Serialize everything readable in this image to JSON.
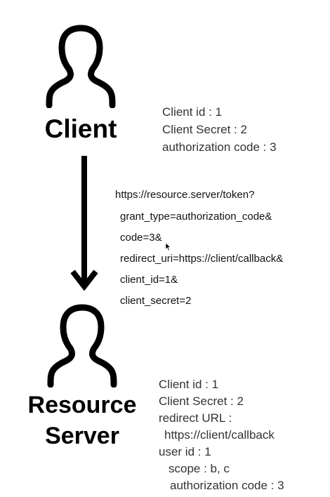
{
  "client": {
    "label": "Client",
    "icon": "person-icon",
    "info": [
      "Client id : 1",
      "Client Secret : 2",
      "authorization code : 3"
    ]
  },
  "request": {
    "url": "https://resource.server/token?",
    "params": [
      "grant_type=authorization_code&",
      "code=3&",
      "redirect_uri=https://client/callback&",
      "client_id=1&",
      "client_secret=2"
    ]
  },
  "server": {
    "label_line1": "Resource",
    "label_line2": "Server",
    "icon": "person-icon",
    "info": [
      "Client id : 1",
      "Client Secret : 2",
      "redirect URL :",
      "https://client/callback",
      "user id : 1",
      "scope : b, c",
      "authorization code : 3"
    ]
  },
  "colors": {
    "ink": "#000000",
    "text": "#333333"
  }
}
